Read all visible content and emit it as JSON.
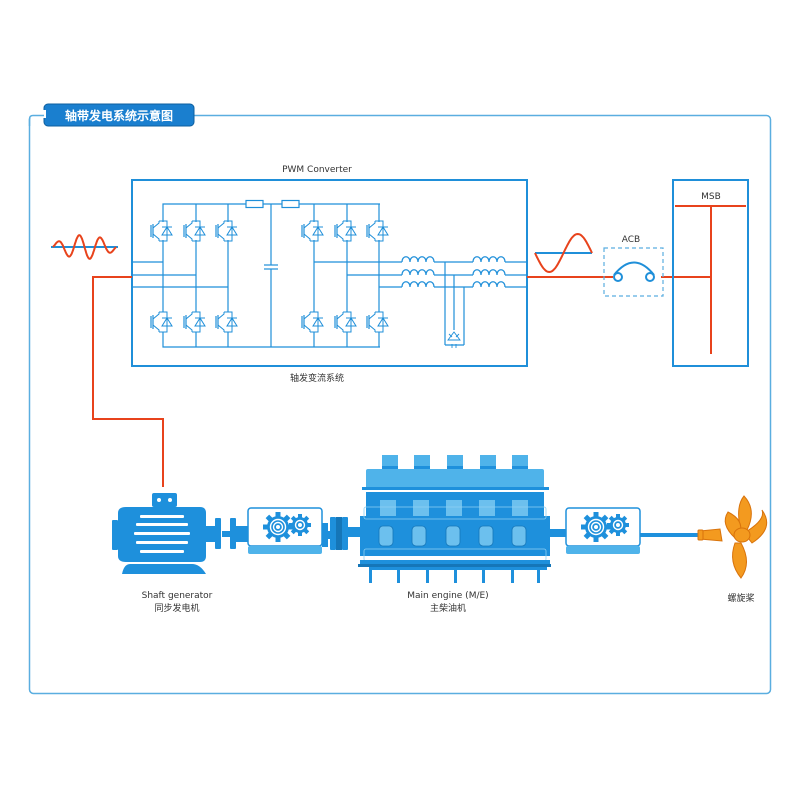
{
  "title": "轴带发电系统示意图",
  "colors": {
    "frame": "#5aaee0",
    "title_bg": "#1a7fcf",
    "circuit": "#1f8fd9",
    "power_line": "#e8431c",
    "equipment": "#1e90dc",
    "equipment_light": "#4fb3ea",
    "propeller": "#f39a1f"
  },
  "converter": {
    "label": "PWM Converter",
    "system_label": "轴发变流系统",
    "igbt_count": 12,
    "inductor_count": 6
  },
  "breaker": {
    "label": "ACB"
  },
  "switchboard": {
    "label": "MSB"
  },
  "equipment": {
    "shaft_generator": {
      "label_en": "Shaft generator",
      "label_cn": "同步发电机"
    },
    "main_engine": {
      "label_en": "Main engine (M/E)",
      "label_cn": "主柴油机"
    },
    "propeller": {
      "label_cn": "螺旋桨"
    }
  },
  "icons": [
    "ac-wave-icon",
    "sine-wave-icon",
    "breaker-icon",
    "gearbox-icon",
    "generator-icon",
    "engine-icon",
    "propeller-icon"
  ]
}
